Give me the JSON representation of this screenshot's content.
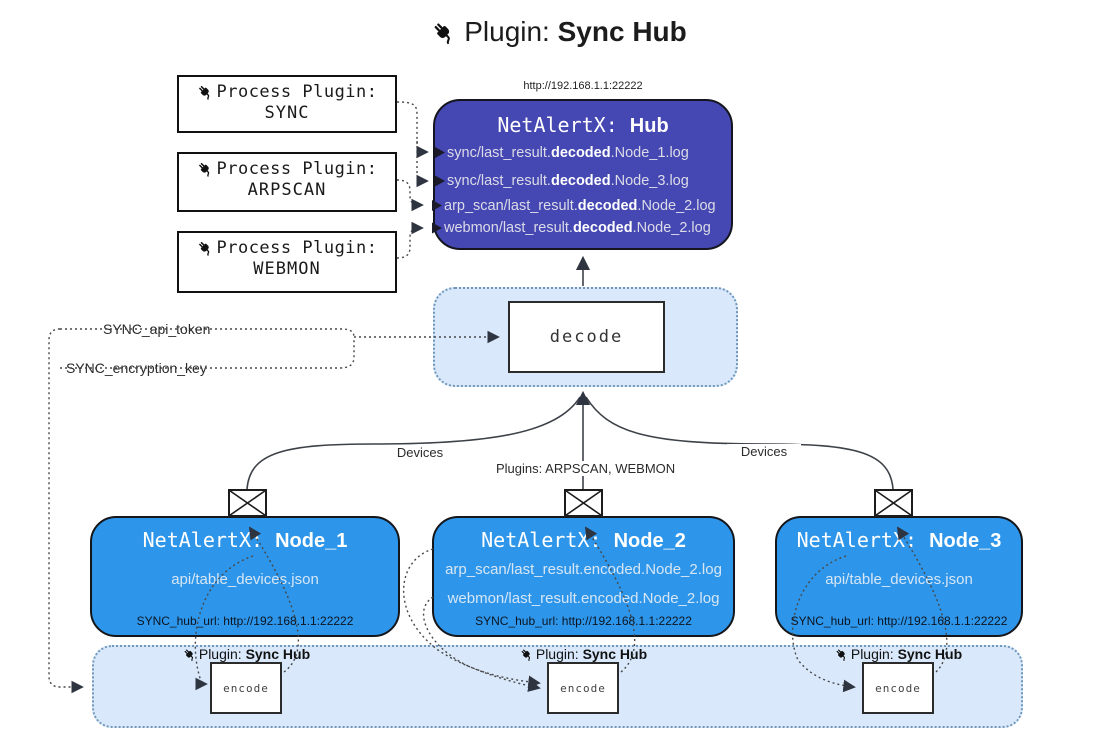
{
  "title": {
    "label": "Plugin:",
    "name": "Sync Hub",
    "icon": "plug-icon"
  },
  "process_plugins": [
    {
      "label": "Process Plugin:",
      "name": "SYNC"
    },
    {
      "label": "Process Plugin:",
      "name": "ARPSCAN"
    },
    {
      "label": "Process Plugin:",
      "name": "WEBMON"
    }
  ],
  "hub": {
    "url": "http://192.168.1.1:22222",
    "title_mono": "NetAlertX: ",
    "title_name": "Hub",
    "logs": [
      {
        "pre": "sync/last_result.",
        "bold": "decoded",
        "post": ".Node_1.log"
      },
      {
        "pre": "sync/last_result.",
        "bold": "decoded",
        "post": ".Node_3.log"
      },
      {
        "pre": "arp_scan/last_result.",
        "bold": "decoded",
        "post": ".Node_2.log"
      },
      {
        "pre": "webmon/last_result.",
        "bold": "decoded",
        "post": ".Node_2.log"
      }
    ]
  },
  "keys": {
    "api_token": "SYNC_api_token",
    "encryption_key": "SYNC_encryption_key"
  },
  "decode": {
    "label": "decode"
  },
  "edges": {
    "devices_left": "Devices",
    "plugins_mid": "Plugins: ARPSCAN, WEBMON",
    "devices_right": "Devices"
  },
  "nodes": [
    {
      "title_mono": "NetAlertX: ",
      "name": "Node_1",
      "files": [
        "api/table_devices.json"
      ],
      "hub_url": "SYNC_hub_url: http://192.168.1.1:22222"
    },
    {
      "title_mono": "NetAlertX: ",
      "name": "Node_2",
      "files": [
        "arp_scan/last_result.encoded.Node_2.log",
        "webmon/last_result.encoded.Node_2.log"
      ],
      "hub_url": "SYNC_hub_url: http://192.168.1.1:22222"
    },
    {
      "title_mono": "NetAlertX: ",
      "name": "Node_3",
      "files": [
        "api/table_devices.json"
      ],
      "hub_url": "SYNC_hub_url: http://192.168.1.1:22222"
    }
  ],
  "encoder": {
    "label": "Plugin:",
    "name": "Sync Hub",
    "box": "encode"
  },
  "colors": {
    "hub_fill": "#4547b2",
    "node_fill": "#2e96ea",
    "container_fill": "#d9e9fb",
    "container_border": "#7097ba",
    "line": "#3d4148",
    "hub_text": "#dcdce8",
    "node_text": "#d6e6f5"
  }
}
